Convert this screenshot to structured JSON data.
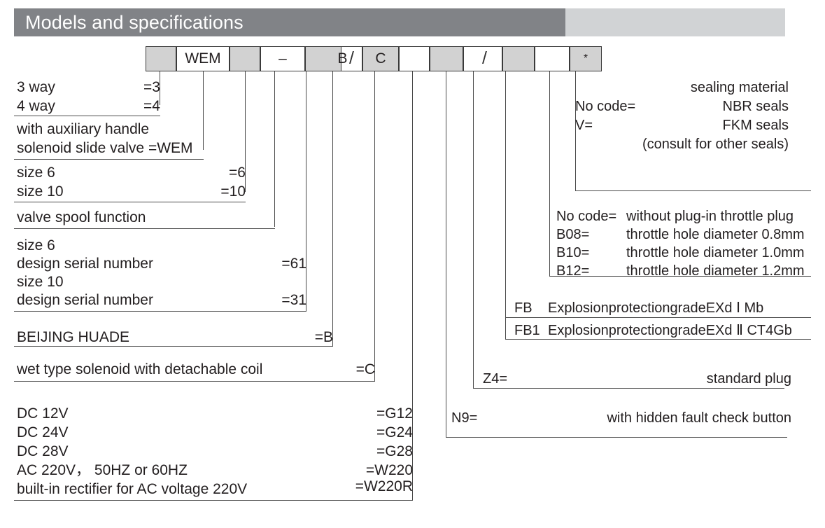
{
  "header": {
    "title": "Models and specifications",
    "dark_color": "#818387",
    "light_color": "#d1d3d5",
    "title_color": "#ffffff"
  },
  "code_row": {
    "cells": [
      {
        "text": "",
        "shaded": true
      },
      {
        "text": "WEM",
        "shaded": false
      },
      {
        "text": "",
        "shaded": true
      },
      {
        "text": "–",
        "shaded": false
      },
      {
        "text": "",
        "shaded": true
      },
      {
        "text": "B",
        "shaded": false
      },
      {
        "text": "C",
        "shaded": true
      },
      {
        "text": "",
        "shaded": false
      },
      {
        "text": "",
        "shaded": true
      },
      {
        "text": "",
        "shaded": false
      },
      {
        "text": "",
        "shaded": true
      },
      {
        "text": "",
        "shaded": false
      },
      {
        "text": "*",
        "shaded": true
      }
    ],
    "separator_glyph": "/"
  },
  "left_sections": {
    "ways": {
      "rows": [
        {
          "label": "3 way",
          "code": "=3"
        },
        {
          "label": "4 way",
          "code": "=4"
        }
      ]
    },
    "valve_type": {
      "line1": "with auxiliary handle",
      "line2": "solenoid slide valve =WEM"
    },
    "size": {
      "rows": [
        {
          "label": "size 6",
          "code": "=6"
        },
        {
          "label": "size 10",
          "code": "=10"
        }
      ]
    },
    "spool": {
      "label": "valve spool function"
    },
    "design_serial": {
      "rows": [
        {
          "label": "size 6",
          "code": ""
        },
        {
          "label": "design serial number",
          "code": "=61"
        },
        {
          "label": "size 10",
          "code": ""
        },
        {
          "label": "design serial number",
          "code": "=31"
        }
      ]
    },
    "manufacturer": {
      "label": "BEIJING  HUADE",
      "code": "=B"
    },
    "solenoid": {
      "label": "wet type solenoid with detachable coil",
      "code": "=C"
    },
    "voltage": {
      "rows": [
        {
          "label": "DC 12V",
          "code": "=G12"
        },
        {
          "label": "DC 24V",
          "code": "=G24"
        },
        {
          "label": "DC 28V",
          "code": "=G28"
        },
        {
          "label": "AC 220V， 50HZ or 60HZ",
          "code": "=W220"
        },
        {
          "label": "built-in rectifier for AC voltage 220V",
          "code": "=W220R"
        }
      ]
    }
  },
  "right_sections": {
    "sealing": {
      "title": "sealing material",
      "rows": [
        {
          "key": "No code=",
          "value": "NBR seals"
        },
        {
          "key": "V=",
          "value": "FKM seals"
        }
      ],
      "note": "(consult for other seals)"
    },
    "throttle": {
      "rows": [
        {
          "key": "No code=",
          "value": "without plug-in throttle plug"
        },
        {
          "key": "B08=",
          "value": "throttle hole diameter 0.8mm"
        },
        {
          "key": "B10=",
          "value": "throttle hole diameter 1.0mm"
        },
        {
          "key": "B12=",
          "value": "throttle hole diameter 1.2mm"
        }
      ]
    },
    "explosion": {
      "rows": [
        {
          "key": "FB",
          "value": "ExplosionprotectiongradeEXd Ⅰ Mb"
        },
        {
          "key": "FB1",
          "value": "ExplosionprotectiongradeEXd Ⅱ CT4Gb"
        }
      ]
    },
    "plug": {
      "key": "Z4=",
      "value": "standard plug"
    },
    "fault_button": {
      "key": "N9=",
      "value": "with hidden fault check button"
    }
  }
}
